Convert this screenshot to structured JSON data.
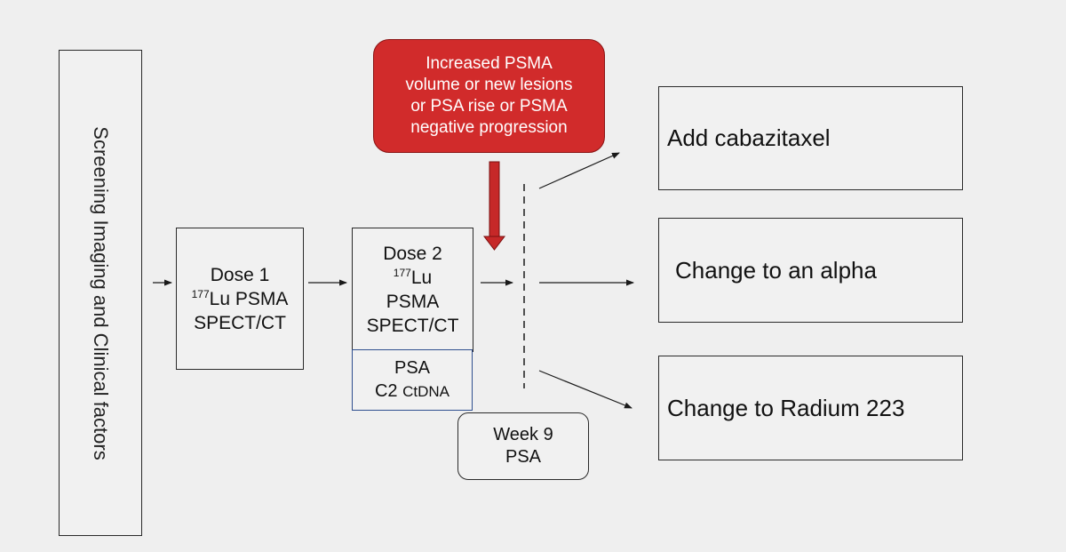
{
  "screening": {
    "label": "Screening Imaging and Clinical factors"
  },
  "dose1": {
    "line1": "Dose 1",
    "isotope_sup": "177",
    "isotope_rest": "Lu PSMA",
    "line3": "SPECT/CT"
  },
  "dose2": {
    "line1": "Dose 2",
    "isotope_sup": "177",
    "isotope_rest": "Lu",
    "line3": "PSMA",
    "line4": "SPECT/CT"
  },
  "psa_box": {
    "line1": "PSA",
    "line2_main": "C2",
    "line2_sub": "CtDNA"
  },
  "week9": {
    "line1": "Week 9",
    "line2": "PSA"
  },
  "progression": {
    "lines": [
      "Increased PSMA",
      "volume or new lesions",
      "or PSA rise or PSMA",
      "negative progression"
    ],
    "color": "#d12b2b"
  },
  "outcomes": [
    "Add cabazitaxel",
    "Change to an alpha",
    "Change to Radium 223"
  ]
}
